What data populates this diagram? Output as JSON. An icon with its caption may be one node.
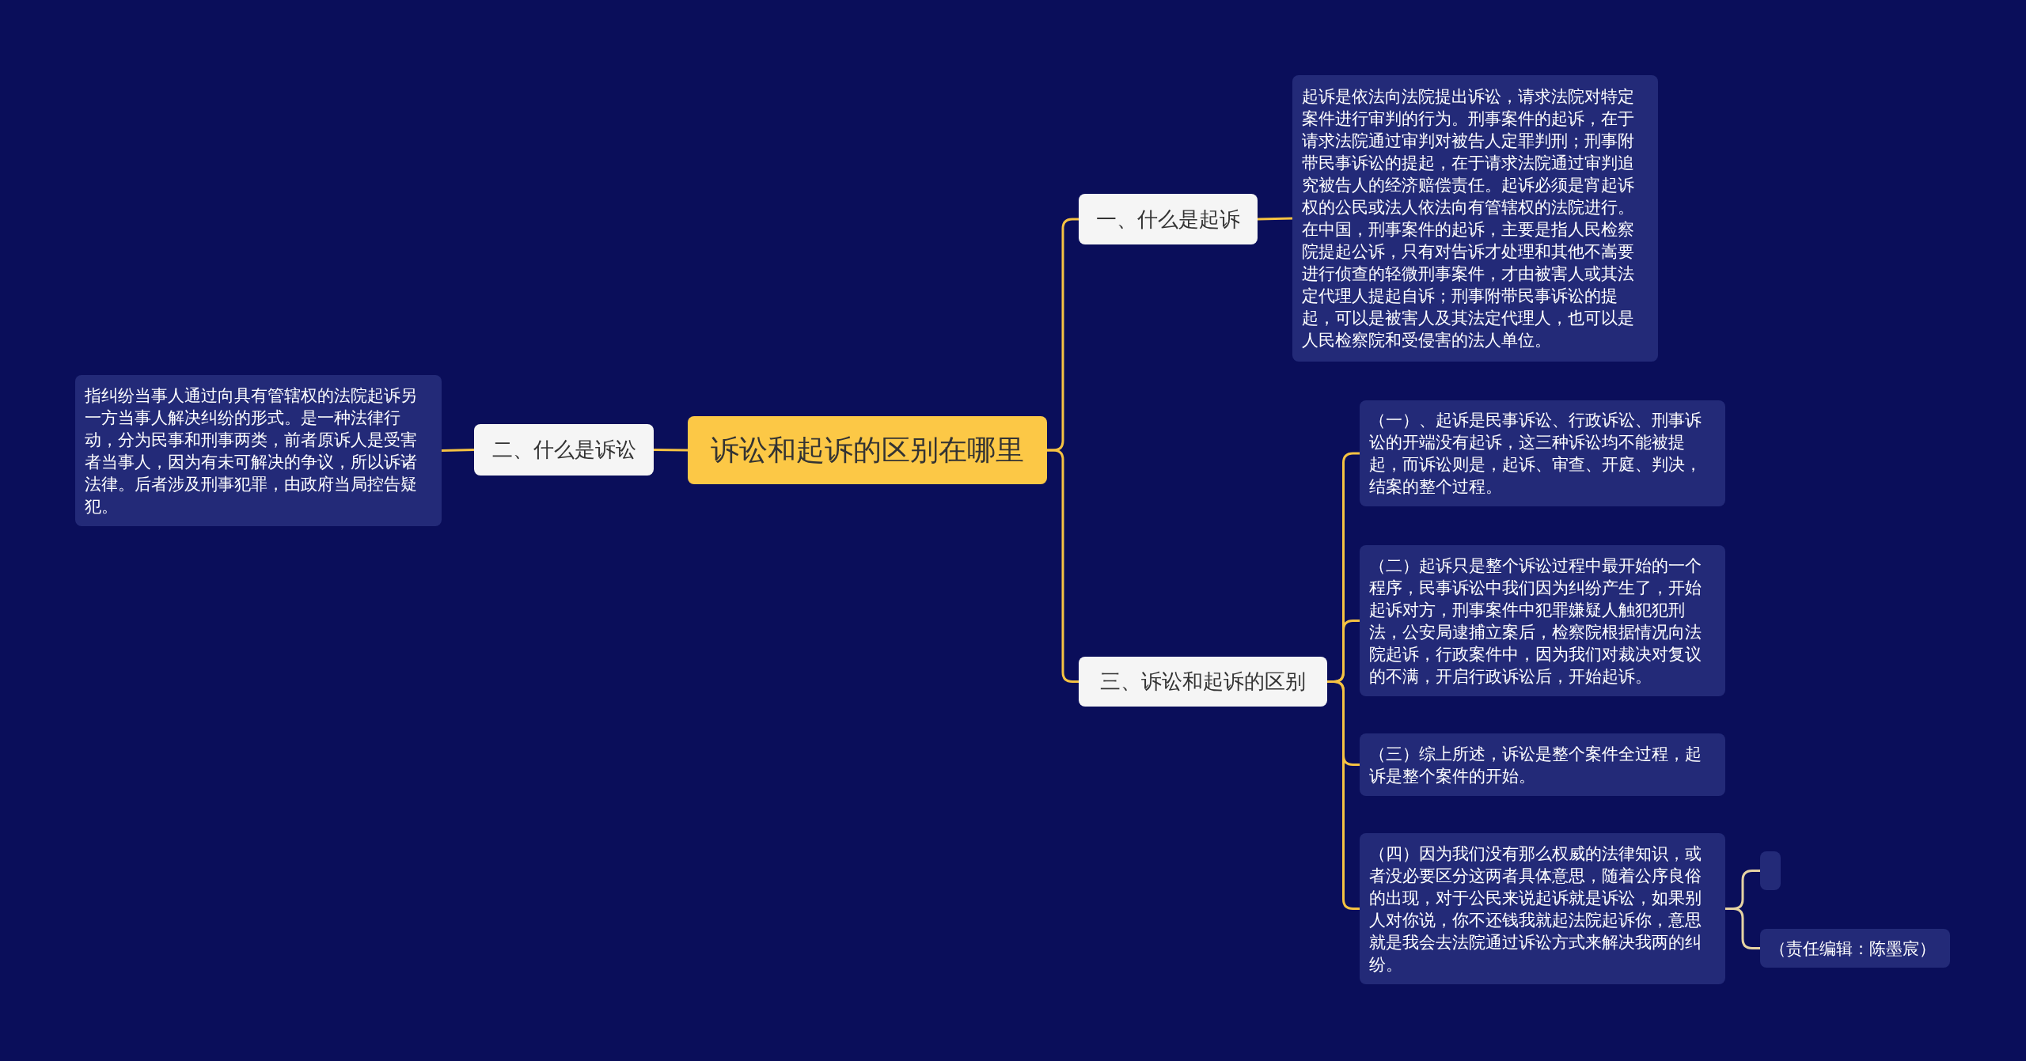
{
  "diagram": {
    "nodes": [
      {
        "text": [
          "诉讼和起诉的区别在哪里"
        ]
      },
      {
        "text": [
          "一、什么是起诉"
        ]
      },
      {
        "text": [
          "起诉是依法向法院提出诉讼，请求法院对特定案件进行审判的行为。刑事案件的起诉，在于请求法院通过审判对被告人定罪判刑；刑事附带民事诉讼的提起，在于请求法院通过审判追究被告人的经济赔偿责任。起诉必须是宵起诉权的公民或法人依法向有管辖权的法院进行。在中国，刑事案件的起诉，主要是指人民检察院提起公诉，只有对告诉才处理和其他不嵩要进行侦查的轻微刑事案件，才由被害人或其法定代理人提起自诉；刑事附带民事诉讼的提起，可以是被害人及其法定代理人，也可以是人民检察院和受侵害的法人单位。"
        ]
      },
      {
        "text": [
          "二、什么是诉讼"
        ]
      },
      {
        "text": [
          "指纠纷当事人通过向具有管辖权的法院起诉另一方当事人解决纠纷的形式。是一种法律行动，分为民事和刑事两类，前者原诉人是受害者当事人，因为有未可解决的争议，所以诉诸法律。后者涉及刑事犯罪，由政府当局控告疑犯。"
        ]
      },
      {
        "text": [
          "三、诉讼和起诉的区别"
        ]
      },
      {
        "text": [
          "（一）、起诉是民事诉讼、行政诉讼、刑事诉讼的开端没有起诉，这三种诉讼均不能被提起，而诉讼则是，起诉、审查、开庭、判决，结案的整个过程。"
        ]
      },
      {
        "text": [
          "（二）起诉只是整个诉讼过程中最开始的一个程序，民事诉讼中我们因为纠纷产生了，开始起诉对方，刑事案件中犯罪嫌疑人触犯犯刑法，公安局逮捕立案后，检察院根据情况向法院起诉，行政案件中，因为我们对裁决对复议的不满，开启行政诉讼后，开始起诉。"
        ]
      },
      {
        "text": [
          "（三）综上所述，诉讼是整个案件全过程，起诉是整个案件的开始。"
        ]
      },
      {
        "text": [
          "（四）因为我们没有那么权威的法律知识，或者没必要区分这两者具体意思，随着公序良俗的出现，对于公民来说起诉就是诉讼，如果别人对你说，你不还钱我就起法院起诉你，意思就是我会去法院通过诉讼方式来解决我两的纠纷。"
        ]
      },
      {
        "text": [],
        "shape": "box"
      },
      {
        "text": [
          "（责任编辑：陈墨宸）"
        ]
      }
    ],
    "edges": [
      {
        "from": 0,
        "to": 1,
        "arrow": "none"
      },
      {
        "from": 1,
        "to": 2,
        "arrow": "none"
      },
      {
        "from": 0,
        "to": 3,
        "arrow": "none"
      },
      {
        "from": 3,
        "to": 4,
        "arrow": "none"
      },
      {
        "from": 0,
        "to": 5,
        "arrow": "none"
      },
      {
        "from": 5,
        "to": 6,
        "arrow": "none"
      },
      {
        "from": 5,
        "to": 7,
        "arrow": "none"
      },
      {
        "from": 5,
        "to": 8,
        "arrow": "none"
      },
      {
        "from": 5,
        "to": 9,
        "arrow": "none"
      },
      {
        "from": 9,
        "to": 10,
        "arrow": "none",
        "color": "#e6d3a3"
      },
      {
        "from": 9,
        "to": 11,
        "arrow": "none",
        "color": "#e6d3a3"
      }
    ]
  }
}
